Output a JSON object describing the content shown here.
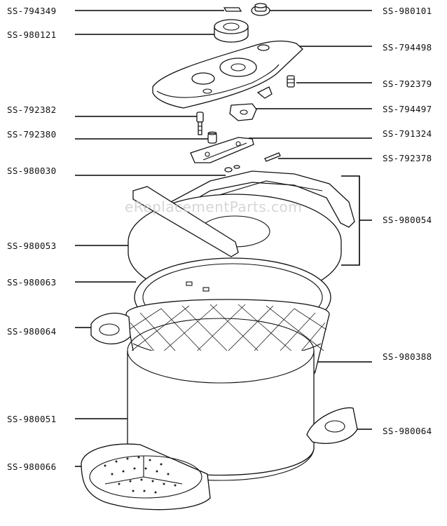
{
  "watermark": "eReplacementParts.com",
  "labels_left": [
    {
      "id": "l1",
      "text": "SS-794349"
    },
    {
      "id": "l2",
      "text": "SS-980121"
    },
    {
      "id": "l3",
      "text": "SS-792382"
    },
    {
      "id": "l4",
      "text": "SS-792380"
    },
    {
      "id": "l5",
      "text": "SS-980030"
    },
    {
      "id": "l6",
      "text": "SS-980053"
    },
    {
      "id": "l7",
      "text": "SS-980063"
    },
    {
      "id": "l8",
      "text": "SS-980064"
    },
    {
      "id": "l9",
      "text": "SS-980051"
    },
    {
      "id": "l10",
      "text": "SS-980066"
    }
  ],
  "labels_right": [
    {
      "id": "r1",
      "text": "SS-980101"
    },
    {
      "id": "r2",
      "text": "SS-794498"
    },
    {
      "id": "r3",
      "text": "SS-792379"
    },
    {
      "id": "r4",
      "text": "SS-794497"
    },
    {
      "id": "r5",
      "text": "SS-791324"
    },
    {
      "id": "r6",
      "text": "SS-792378"
    },
    {
      "id": "r7",
      "text": "SS-980054"
    },
    {
      "id": "r8",
      "text": "SS-980388"
    },
    {
      "id": "r9",
      "text": "SS-980064"
    }
  ]
}
